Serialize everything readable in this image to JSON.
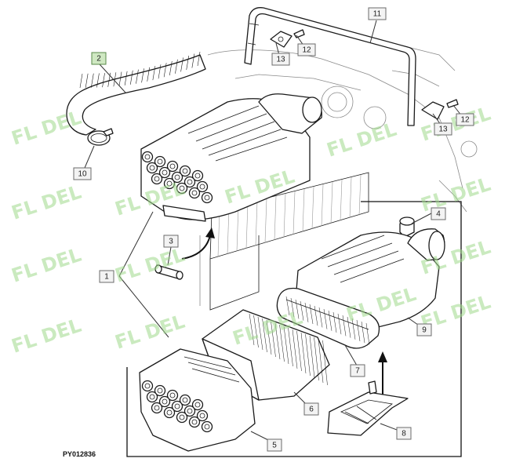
{
  "figure_id": "PY012836",
  "watermark": "FL DEL",
  "callouts": {
    "c1": "1",
    "c2": "2",
    "c3": "3",
    "c4": "4",
    "c5": "5",
    "c6": "6",
    "c7": "7",
    "c8": "8",
    "c9": "9",
    "c10": "10",
    "c11": "11",
    "c12a": "12",
    "c12b": "12",
    "c13a": "13",
    "c13b": "13"
  },
  "highlighted_callout": "2"
}
